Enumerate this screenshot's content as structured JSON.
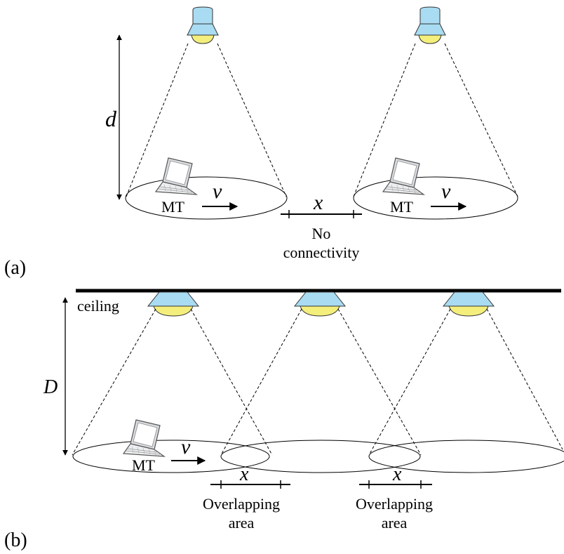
{
  "panel_a": {
    "label": "(a)",
    "height_label": "d",
    "speed_label_1": "v",
    "speed_label_2": "v",
    "terminal_label_1": "MT",
    "terminal_label_2": "MT",
    "gap_label": "x",
    "gap_caption_line1": "No",
    "gap_caption_line2": "connectivity"
  },
  "panel_b": {
    "label": "(b)",
    "ceiling_label": "ceiling",
    "height_label": "D",
    "speed_label": "v",
    "terminal_label": "MT",
    "overlap_1_label": "x",
    "overlap_1_caption_line1": "Overlapping",
    "overlap_1_caption_line2": "area",
    "overlap_2_label": "x",
    "overlap_2_caption_line1": "Overlapping",
    "overlap_2_caption_line2": "area"
  },
  "colors": {
    "lamp_body": "#a9dcf2",
    "lamp_light": "#f4ef7c",
    "line": "#000000"
  }
}
